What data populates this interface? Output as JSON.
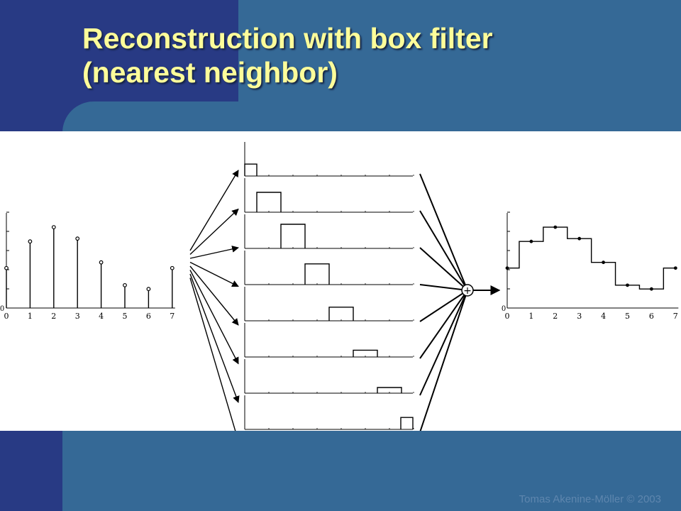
{
  "slide": {
    "title_line1": "Reconstruction with box filter",
    "title_line2": "(nearest neighbor)",
    "footer": "Tomas Akenine-Möller © 2003"
  },
  "colors": {
    "background": "#356996",
    "accent_dark": "#283a84",
    "title": "#fdfd9a",
    "footer": "#5e86ae",
    "figure_bg": "#ffffff",
    "ink": "#000000"
  },
  "figure": {
    "sample_values": [
      0.42,
      0.7,
      0.85,
      0.73,
      0.48,
      0.24,
      0.2,
      0.42
    ],
    "x_ticks": [
      "0",
      "1",
      "2",
      "3",
      "4",
      "5",
      "6",
      "7"
    ],
    "y_zero_label": "0",
    "box_filter_count": 8,
    "operator_symbol": "+"
  }
}
